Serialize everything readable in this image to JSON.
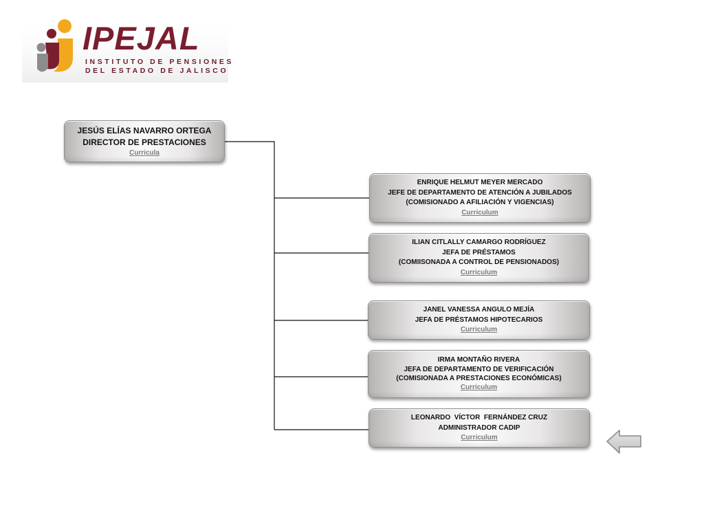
{
  "logo": {
    "brand": "IPEJAL",
    "subtitle_line1": "INSTITUTO DE PENSIONES",
    "subtitle_line2": "DEL ESTADO DE JALISCO",
    "colors": {
      "maroon": "#7a1e2e",
      "orange": "#f2a81d",
      "gray": "#8c8c8c"
    }
  },
  "director": {
    "name": "JESÚS ELÍAS NAVARRO ORTEGA",
    "title": "DIRECTOR DE PRESTACIONES",
    "link": "Curricula"
  },
  "subordinates": [
    {
      "name": "ENRIQUE HELMUT MEYER MERCADO",
      "title": "JEFE DE DEPARTAMENTO DE ATENCIÓN A JUBILADOS",
      "note": "(COMISIONADO A AFILIACIÓN Y VIGENCIAS)",
      "link": "Curriculum"
    },
    {
      "name": "ILIAN CITLALLY CAMARGO RODRÍGUEZ",
      "title": "JEFA DE PRÉSTAMOS",
      "note": "(COMIISONADA A CONTROL DE PENSIONADOS)",
      "link": "Curriculum"
    },
    {
      "name": "JANEL VANESSA ANGULO MEJÍA",
      "title": "JEFA DE PRÉSTAMOS HIPOTECARIOS",
      "link": "Curriculum"
    },
    {
      "name": "IRMA MONTAÑO RIVERA",
      "title": "JEFA DE DEPARTAMENTO DE VERIFICACIÓN",
      "note": "(COMISIONADA A PRESTACIONES ECONÓMICAS)",
      "link": "Curriculum"
    },
    {
      "name": "LEONARDO  VÍCTOR  FERNÁNDEZ CRUZ",
      "title": "ADMINISTRADOR CADIP",
      "link": "Curriculum"
    }
  ],
  "navigation": {
    "back_icon": "left-arrow-icon"
  }
}
